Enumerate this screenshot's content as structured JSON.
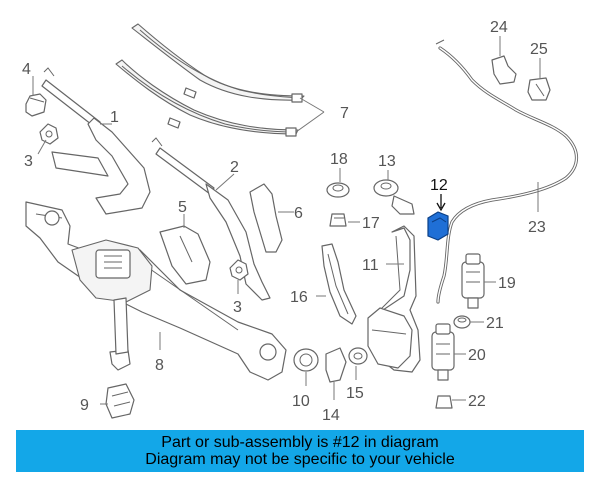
{
  "callouts": {
    "c1": "1",
    "c2": "2",
    "c3a": "3",
    "c3b": "3",
    "c4": "4",
    "c5": "5",
    "c6": "6",
    "c7": "7",
    "c8": "8",
    "c9": "9",
    "c10": "10",
    "c11": "11",
    "c12": "12",
    "c13": "13",
    "c14": "14",
    "c15": "15",
    "c16": "16",
    "c17": "17",
    "c18": "18",
    "c19": "19",
    "c20": "20",
    "c21": "21",
    "c22": "22",
    "c23": "23",
    "c24": "24",
    "c25": "25"
  },
  "banner": {
    "line1": "Part or sub-assembly is #12 in diagram",
    "line2": "Diagram may not be specific to your vehicle",
    "color": "#13a7e8"
  },
  "highlight": {
    "part_number": "12",
    "color": "#1f6fd6"
  }
}
